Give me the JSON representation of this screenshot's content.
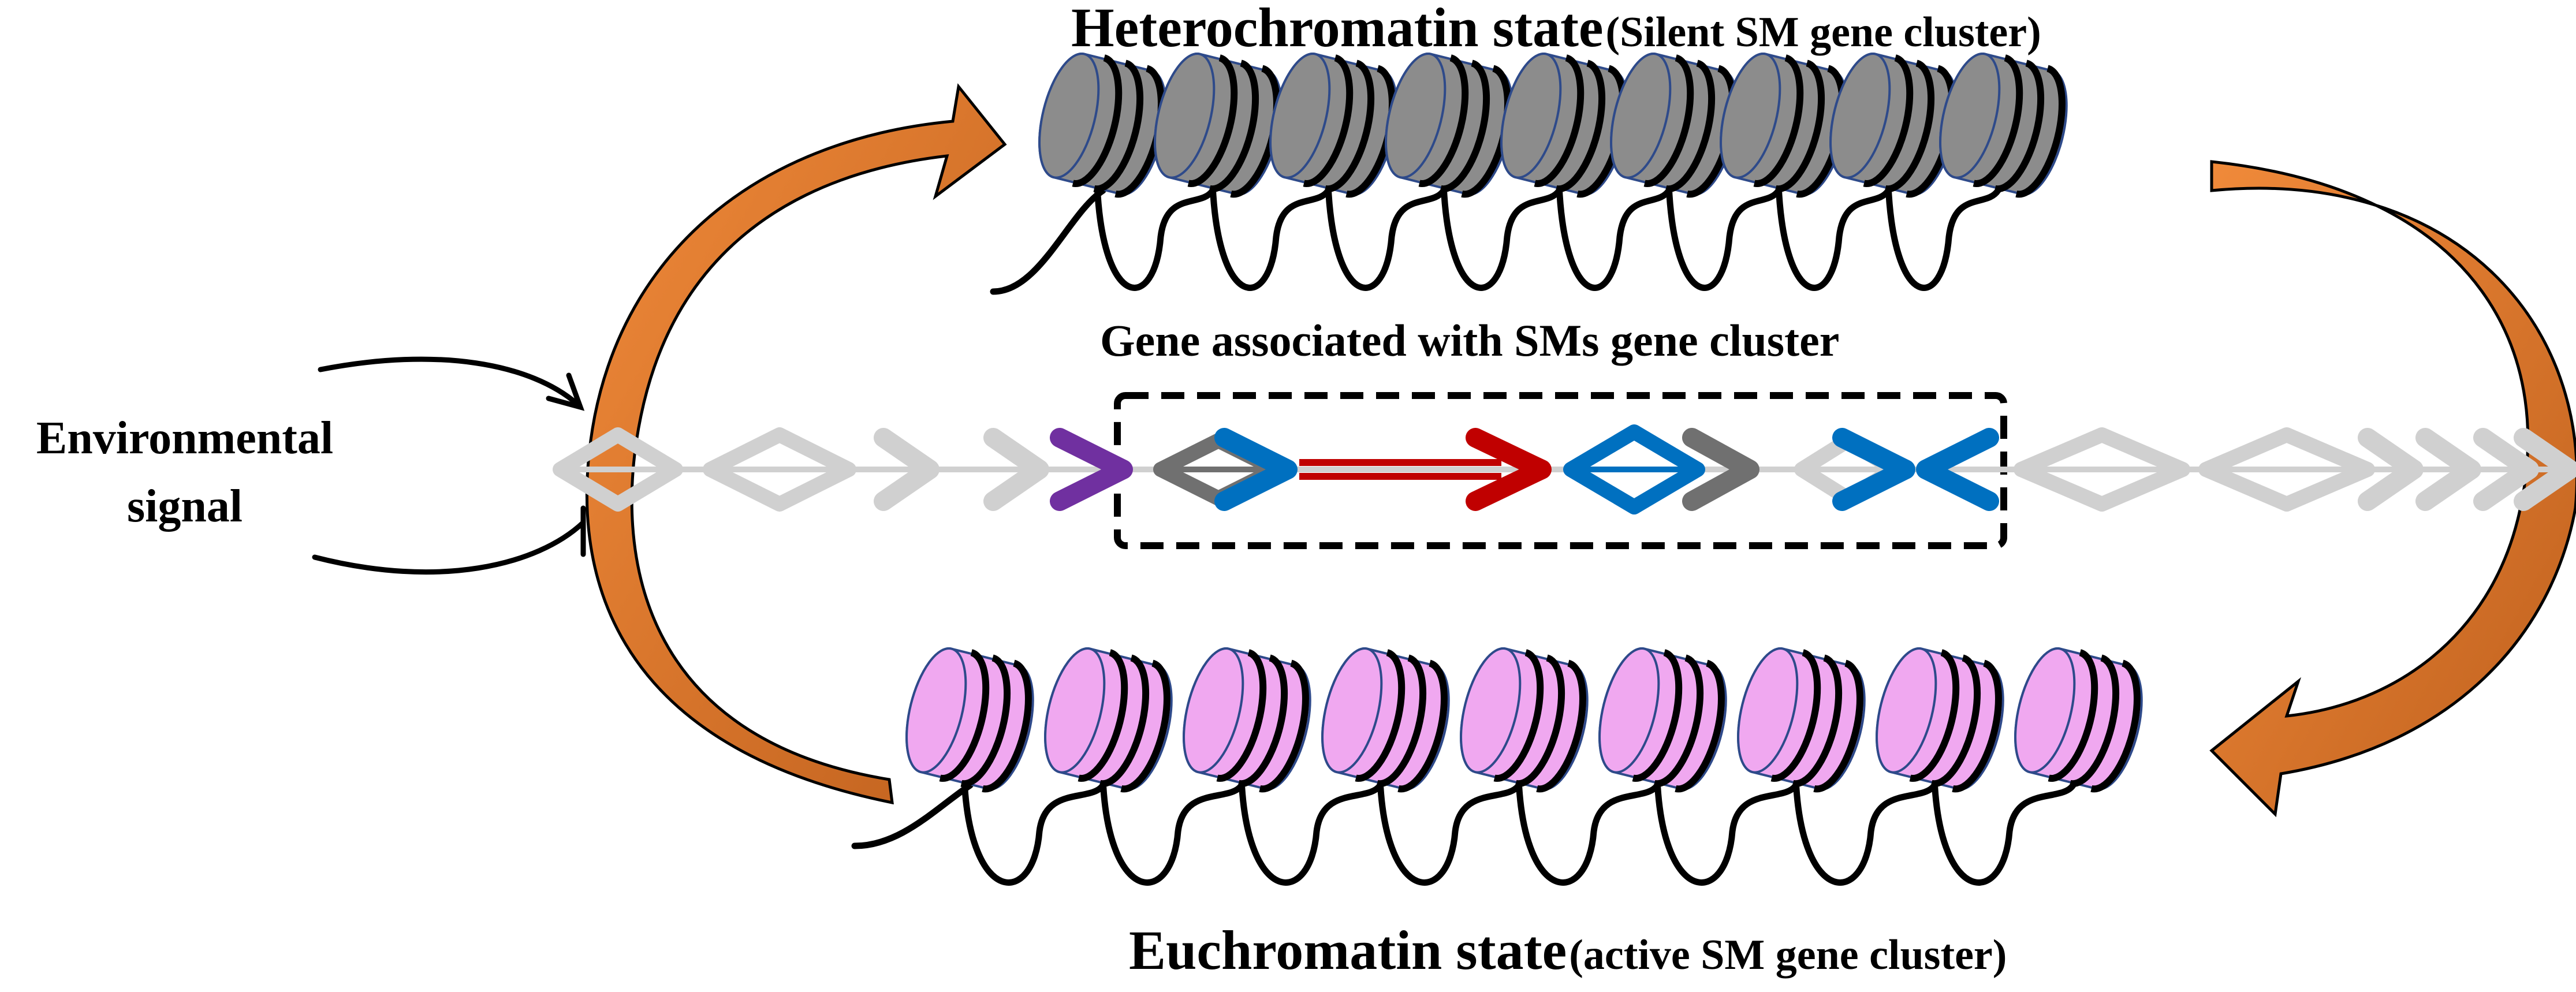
{
  "heterochromatin": {
    "title": "Heterochromatin state",
    "subtitle": "(Silent SM gene cluster)",
    "nucleosome_color": "#8c8c8c"
  },
  "euchromatin": {
    "title": "Euchromatin state",
    "subtitle": "(active SM gene cluster)",
    "nucleosome_color": "#f0a8f0"
  },
  "gene_cluster": {
    "label": "Gene associated with SMs gene cluster"
  },
  "environment": {
    "line1": "Environmental",
    "line2": "signal"
  },
  "colors": {
    "arrow_orange": "#e67e2e",
    "arrow_orange_dark": "#b35a1a",
    "gene_gray": "#d0d0d0",
    "gene_purple": "#7030a0",
    "gene_blue": "#0070c0",
    "gene_red": "#c00000",
    "gene_darkgray": "#707070"
  }
}
